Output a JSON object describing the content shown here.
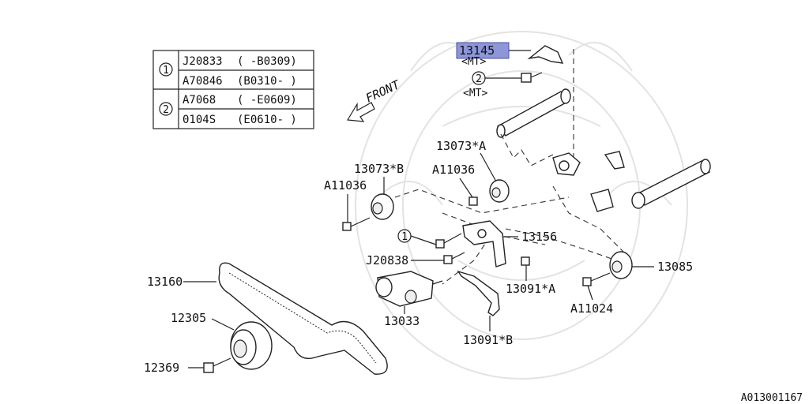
{
  "legend": {
    "rows": [
      {
        "key": "1",
        "entries": [
          {
            "part": "J20833",
            "range": "( -B0309)"
          },
          {
            "part": "A70846",
            "range": "(B0310- )"
          }
        ]
      },
      {
        "key": "2",
        "entries": [
          {
            "part": "A7068",
            "range": "( -E0609)"
          },
          {
            "part": "0104S",
            "range": "(E0610- )"
          }
        ]
      }
    ]
  },
  "front_label": "FRONT",
  "callouts": {
    "p13145": "13145",
    "mt1": "<MT>",
    "ref2": "2",
    "mt2": "<MT>",
    "p13073a": "13073*A",
    "p13073b": "13073*B",
    "a11036_left": "A11036",
    "a11036_right": "A11036",
    "ref1": "1",
    "p13156": "13156",
    "j20838": "J20838",
    "p13085": "13085",
    "p13160": "13160",
    "p13091a": "13091*A",
    "p13033": "13033",
    "a11024": "A11024",
    "p12305": "12305",
    "p13091b": "13091*B",
    "p12369": "12369"
  },
  "diagram_id": "A013001167",
  "colors": {
    "highlight": "#8c96d8",
    "ink": "#111111",
    "watermark": "#e3e3e3"
  }
}
